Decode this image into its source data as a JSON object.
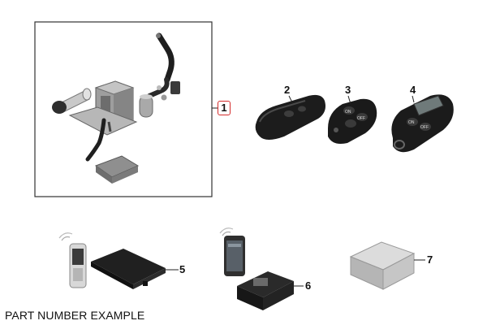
{
  "callouts": {
    "c1": "1",
    "c2": "2",
    "c3": "3",
    "c4": "4",
    "c5": "5",
    "c6": "6",
    "c7": "7"
  },
  "remote3": {
    "btn_top": "ON",
    "btn_bottom": "OFF"
  },
  "remote4": {
    "btn_left": "ON",
    "btn_right": "OFF"
  },
  "caption": "PART NUMBER EXAMPLE",
  "colors": {
    "highlight": "#d42b2b",
    "frame": "#333333",
    "part_dark": "#2a2a2a",
    "part_grey": "#9a9a9a"
  }
}
